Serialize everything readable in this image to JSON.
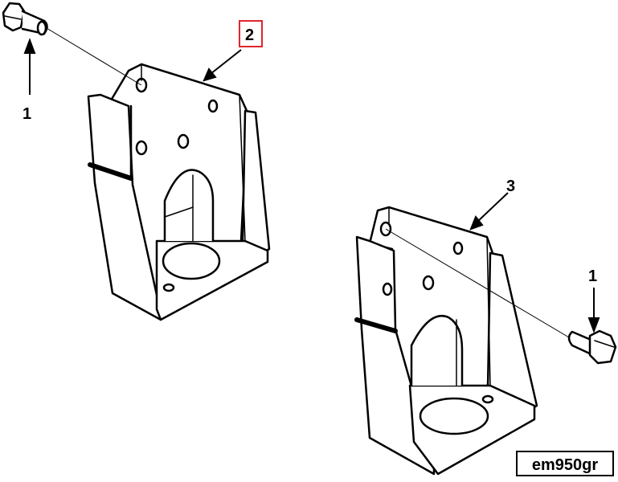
{
  "callouts": {
    "bolt_left": "1",
    "bracket_left": "2",
    "bracket_right": "3",
    "bolt_right": "1"
  },
  "drawing_code": "em950gr",
  "highlight_color": "#e0262b"
}
